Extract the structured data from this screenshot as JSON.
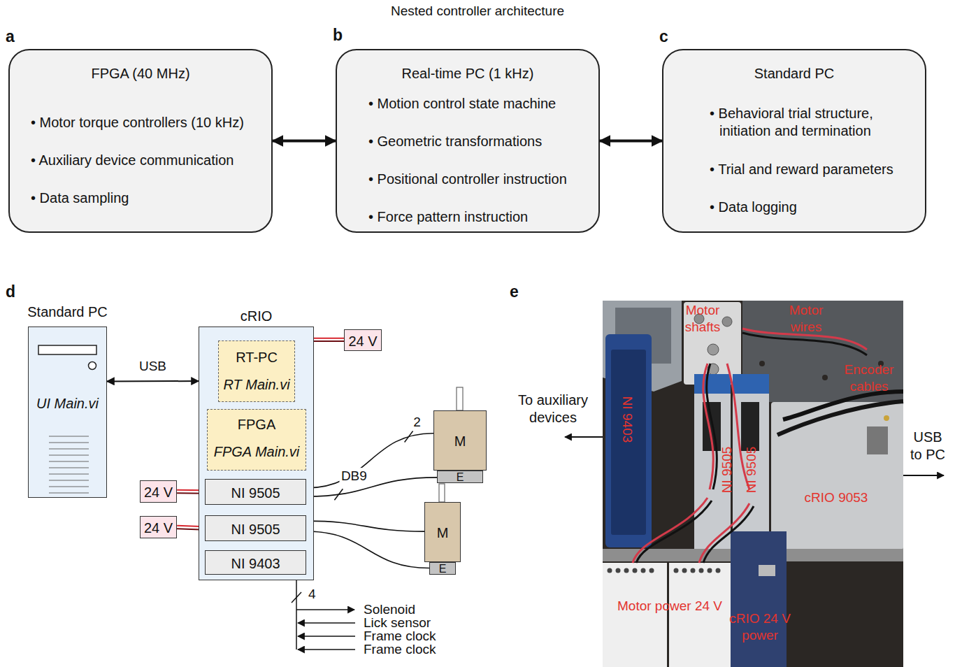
{
  "diagram": {
    "title": "Nested controller architecture",
    "nodes": [
      {
        "text": [
          "FPGA (40 MHz)",
          "• Motor torque controllers (10 kHz)",
          "• Auxiliary device communication",
          "• Data sampling"
        ]
      },
      {
        "text": [
          "Real-time PC (1 kHz)",
          "• Motion control state machine",
          "• Geometric transformations",
          "• Positional controller instruction",
          "• Force pattern instruction"
        ]
      },
      {
        "text": [
          "Standard PC",
          "• Behavioral trial structure, initiation and termination",
          "• Trial and reward parameters",
          "• Data logging"
        ]
      },
      {
        "text": [
          "Standard PC",
          "UI Main.vi"
        ]
      },
      {
        "text": [
          "cRIO"
        ]
      },
      {
        "text": [
          "RT-PC",
          "RT Main.vi"
        ],
        "in": 4
      },
      {
        "text": [
          "FPGA",
          "FPGA Main.vi"
        ],
        "in": 4
      },
      {
        "text": [
          "NI 9505"
        ],
        "in": 4
      },
      {
        "text": [
          "NI 9505"
        ],
        "in": 4
      },
      {
        "text": [
          "NI 9403"
        ],
        "in": 4
      },
      {
        "text": [
          "24 V"
        ]
      },
      {
        "text": [
          "24 V"
        ]
      },
      {
        "text": [
          "24 V"
        ]
      },
      {
        "text": [
          "M"
        ]
      },
      {
        "text": [
          "E"
        ]
      },
      {
        "text": [
          "M"
        ]
      },
      {
        "text": [
          "E"
        ]
      }
    ],
    "edges": [
      {
        "from": 0,
        "to": 1,
        "arrow": "both"
      },
      {
        "from": 1,
        "to": 2,
        "arrow": "both"
      },
      {
        "from": 3,
        "to": 4,
        "label": "USB",
        "arrow": "both"
      },
      {
        "from": 4,
        "to": 10,
        "arrow": "none"
      },
      {
        "from": 11,
        "to": 7,
        "arrow": "none"
      },
      {
        "from": 12,
        "to": 8,
        "arrow": "none"
      },
      {
        "from": 7,
        "to": 13,
        "label": "2",
        "arrow": "none"
      },
      {
        "from": 7,
        "to": 14,
        "label": "DB9",
        "arrow": "none"
      },
      {
        "from": 8,
        "to": 15,
        "arrow": "none"
      },
      {
        "from": 8,
        "to": 16,
        "arrow": "none"
      }
    ],
    "labels": [
      "a",
      "b",
      "c",
      "d",
      "e",
      "4",
      "Solenoid",
      "Lick sensor",
      "Frame clock",
      "Frame clock",
      "To auxiliary devices",
      "USB to PC",
      "Motor shafts",
      "Motor wires",
      "Encoder cables",
      "NI 9403",
      "NI 9505",
      "NI 9505",
      "cRIO 9053",
      "Motor power 24 V",
      "cRIO 24 V power"
    ]
  }
}
